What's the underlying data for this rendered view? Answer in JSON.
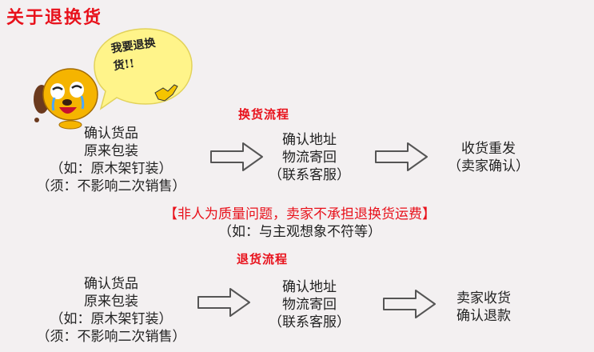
{
  "header": {
    "title": "关于退换货"
  },
  "mascot": {
    "speech": "我要退换\n货!!"
  },
  "exchange": {
    "title": "换货流程",
    "step1": [
      "确认货品",
      "原来包装",
      "（如：原木架钉装）",
      "（须：不影响二次销售）"
    ],
    "step2": [
      "确认地址",
      "物流寄回",
      "（联系客服）"
    ],
    "step3": [
      "收货重发",
      "（卖家确认）"
    ]
  },
  "notice": {
    "main": "【非人为质量问题，卖家不承担退换货运费】",
    "sub": "（如：与主观想象不符等）"
  },
  "return_flow": {
    "title": "退货流程",
    "step1": [
      "确认货品",
      "原来包装",
      "（如：原木架钉装）",
      "（须：不影响二次销售）"
    ],
    "step2": [
      "确认地址",
      "物流寄回",
      "（联系客服）"
    ],
    "step3": [
      "卖家收货",
      "确认退款"
    ]
  },
  "colors": {
    "accent": "#e8111b",
    "bubble": "#fff48a",
    "mascot": "#f5b400"
  }
}
